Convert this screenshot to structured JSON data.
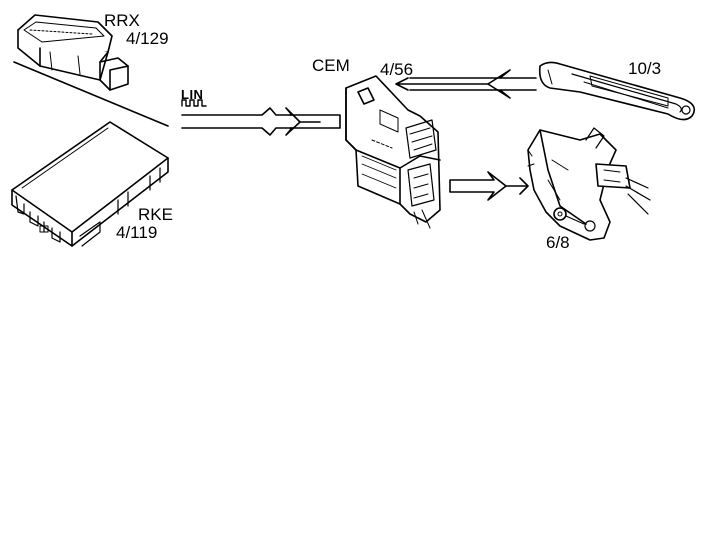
{
  "labels": {
    "rrx": "RRX",
    "rrx_num": "4/129",
    "rke": "RKE",
    "rke_num": "4/119",
    "cem": "CEM",
    "cem_num": "4/56",
    "handle_num": "10/3",
    "lock_num": "6/8",
    "lin": "LIN"
  },
  "colors": {
    "line": "#000000",
    "fill": "#ffffff",
    "shade": "#d9d9d9"
  }
}
